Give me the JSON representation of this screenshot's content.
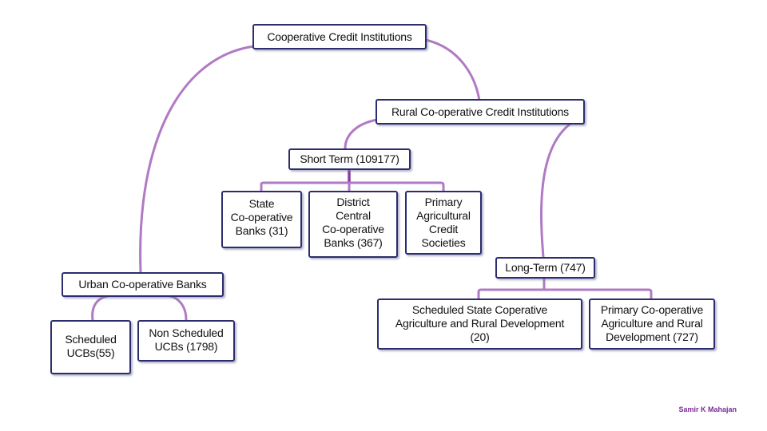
{
  "diagram": {
    "nodes": {
      "root": "Cooperative Credit Institutions",
      "rural": "Rural Co-operative Credit Institutions",
      "short_term": "Short Term (109177)",
      "state_coop": "State\nCo-operative\nBanks (31)",
      "district_central": "District\nCentral\nCo-operative\nBanks (367)",
      "primary_agri": "Primary\nAgricultural\nCredit\nSocieties",
      "long_term": "Long-Term (747)",
      "scheduled_state": "Scheduled State Coperative\nAgriculture and Rural Development\n(20)",
      "primary_coop_agri": "Primary Co-operative\nAgriculture and Rural\nDevelopment (727)",
      "urban": "Urban  Co-operative Banks",
      "scheduled_ucbs": "Scheduled\nUCBs(55)",
      "non_scheduled_ucbs": "Non Scheduled\nUCBs (1798)"
    },
    "colors": {
      "connector": "#b07ac4",
      "box_border": "#2b2d6e",
      "credit_text": "#7a2a9a"
    }
  },
  "footer": {
    "credit": "Samir K Mahajan"
  }
}
